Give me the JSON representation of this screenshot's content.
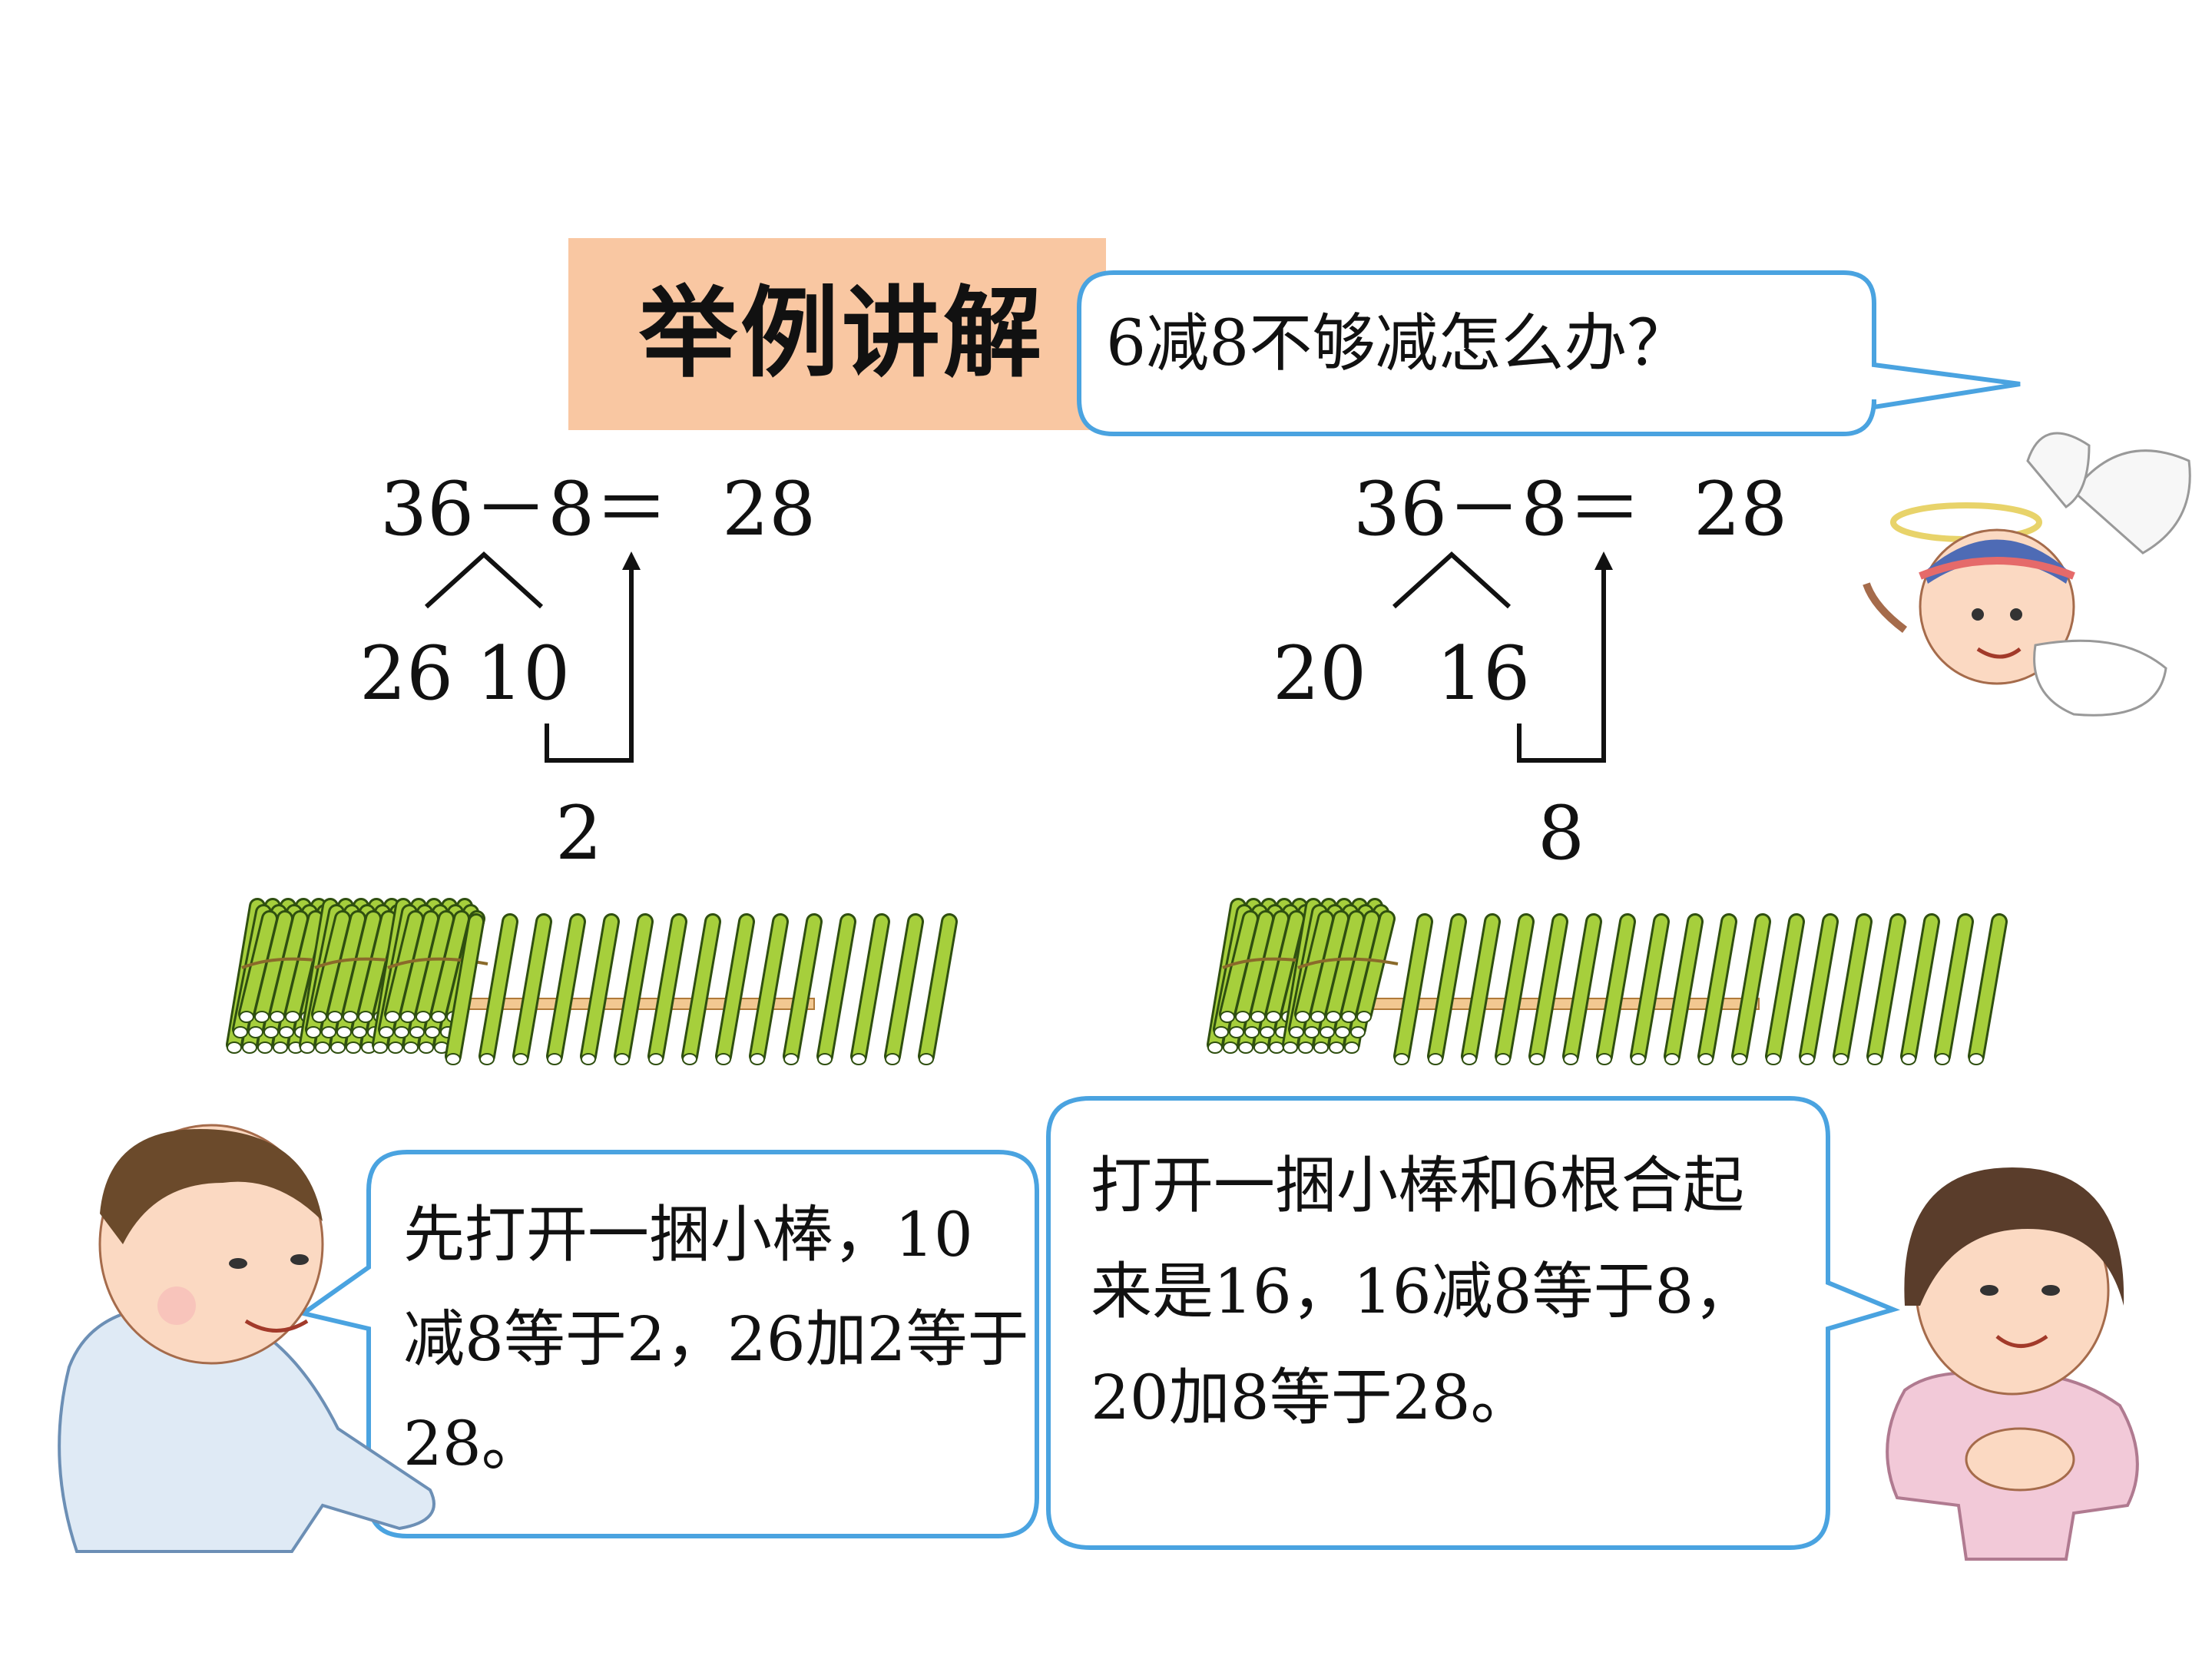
{
  "title": "举例讲解",
  "question": "6减8不够减怎么办？",
  "left_method": {
    "equation": "36－8＝",
    "result": "28",
    "split_a": "26",
    "split_b": "10",
    "partial": "2",
    "explanation": "先打开一捆小棒，10减8等于2，26加2等于28。"
  },
  "right_method": {
    "equation": "36－8＝",
    "result": "28",
    "split_a": "20",
    "split_b": "16",
    "partial": "8",
    "explanation": "打开一捆小棒和6根合起来是16，16减8等于8，20加8等于28。"
  },
  "colors": {
    "title_bg": "#f9c7a2",
    "bubble_border": "#4aa3e0",
    "stick_green": "#a6cf3c",
    "stick_dark": "#2f4f10",
    "ruler": "#f2c891"
  }
}
